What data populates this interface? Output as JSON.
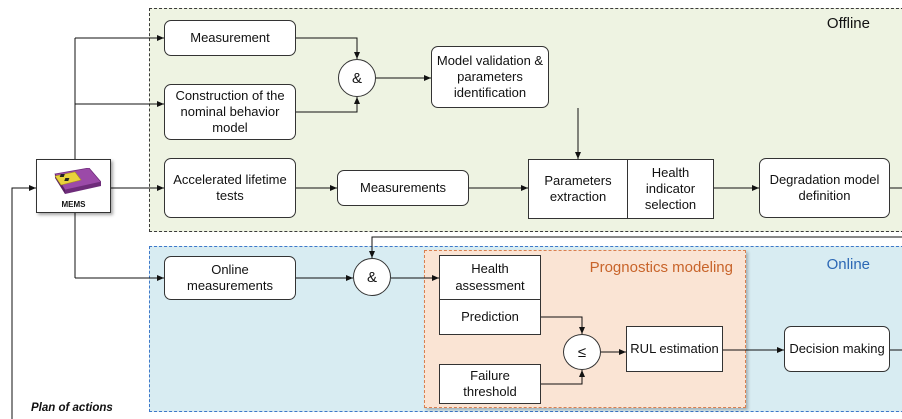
{
  "regions": {
    "offline": "Offline",
    "online": "Online",
    "prognostics": "Prognostics modeling"
  },
  "device": {
    "label": "MEMS"
  },
  "offline_blocks": {
    "measurement": "Measurement",
    "construction": "Construction of the nominal behavior model",
    "and_symbol": "&",
    "model_validation": "Model validation & parameters identification",
    "accelerated": "Accelerated lifetime tests",
    "measurements": "Measurements",
    "parameters_extraction": "Parameters extraction",
    "health_indicator": "Health indicator selection",
    "degradation": "Degradation model definition"
  },
  "online_blocks": {
    "online_measurements": "Online measurements",
    "and_symbol": "&",
    "health_assessment": "Health assessment",
    "prediction": "Prediction",
    "failure_threshold": "Failure threshold",
    "leq_symbol": "≤",
    "rul_estimation": "RUL estimation",
    "decision_making": "Decision making"
  },
  "feedback_label": "Plan of actions",
  "colors": {
    "offline_bg": "#eef3e2",
    "online_bg": "#d8ecf2",
    "online_border": "#3d78c9",
    "prognostics_bg": "#fae4d4",
    "prognostics_border": "#d98050",
    "prognostics_title": "#c8642a"
  }
}
